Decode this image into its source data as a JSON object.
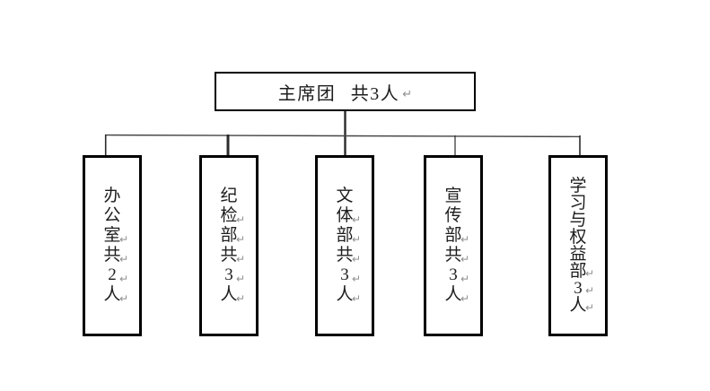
{
  "org_chart": {
    "break_mark_glyph": "↵",
    "colors": {
      "background": "#ffffff",
      "border": "#000000",
      "text": "#1d1d1d",
      "connector": "#2b2b2b",
      "connector_light": "#454545",
      "break_mark": "#8f8f8f"
    },
    "root": {
      "label": "主席团 共3人"
    },
    "departments": [
      {
        "name": "办公室共2人",
        "lines": [
          {
            "ch": "办",
            "mark": false
          },
          {
            "ch": "公",
            "mark": false
          },
          {
            "ch": "室",
            "mark": true
          },
          {
            "ch": "共",
            "mark": true
          },
          {
            "ch": "2",
            "mark": true
          },
          {
            "ch": "人",
            "mark": true
          }
        ]
      },
      {
        "name": "纪检部共3人",
        "lines": [
          {
            "ch": "纪",
            "mark": false
          },
          {
            "ch": "检",
            "mark": true
          },
          {
            "ch": "部",
            "mark": true
          },
          {
            "ch": "共",
            "mark": true
          },
          {
            "ch": "3",
            "mark": true
          },
          {
            "ch": "人",
            "mark": true
          }
        ]
      },
      {
        "name": "文体部共3人",
        "lines": [
          {
            "ch": "文",
            "mark": false
          },
          {
            "ch": "体",
            "mark": true
          },
          {
            "ch": "部",
            "mark": true
          },
          {
            "ch": "共",
            "mark": true
          },
          {
            "ch": "3",
            "mark": true
          },
          {
            "ch": "人",
            "mark": true
          }
        ]
      },
      {
        "name": "宣传部共3人",
        "lines": [
          {
            "ch": "宣",
            "mark": false
          },
          {
            "ch": "传",
            "mark": false
          },
          {
            "ch": "部",
            "mark": true
          },
          {
            "ch": "共",
            "mark": true
          },
          {
            "ch": "3",
            "mark": true
          },
          {
            "ch": "人",
            "mark": true
          }
        ]
      },
      {
        "name": "学习与权益部3人",
        "lines": [
          {
            "ch": "学",
            "mark": false
          },
          {
            "ch": "习",
            "mark": false
          },
          {
            "ch": "与",
            "mark": false
          },
          {
            "ch": "权",
            "mark": false
          },
          {
            "ch": "益",
            "mark": false
          },
          {
            "ch": "部",
            "mark": true
          },
          {
            "ch": "3",
            "mark": true
          },
          {
            "ch": "人",
            "mark": true
          }
        ]
      }
    ]
  }
}
